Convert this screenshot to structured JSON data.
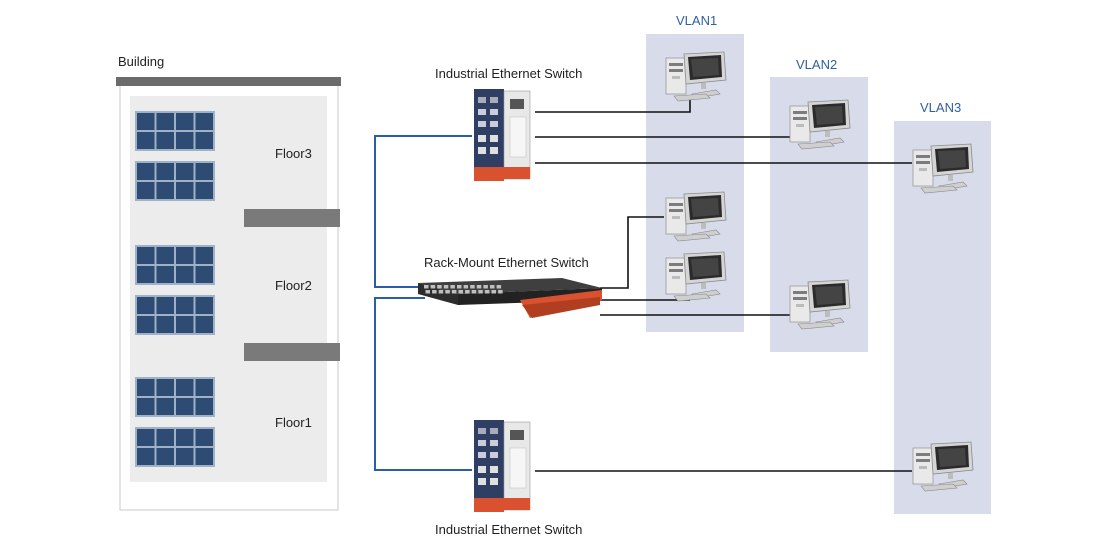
{
  "building": {
    "label": "Building",
    "floors": [
      "Floor3",
      "Floor2",
      "Floor1"
    ]
  },
  "switches": {
    "top_industrial": "Industrial Ethernet Switch",
    "rack_mount": "Rack-Mount Ethernet Switch",
    "bottom_industrial": "Industrial Ethernet Switch"
  },
  "vlans": [
    "VLAN1",
    "VLAN2",
    "VLAN3"
  ],
  "colors": {
    "vlan_bg": "#d7dbea",
    "vlan_text": "#2f5fa3",
    "uplink": "#2b5ea8",
    "link": "#111111",
    "building_bg": "#ececec",
    "window": "#2e4b73"
  }
}
